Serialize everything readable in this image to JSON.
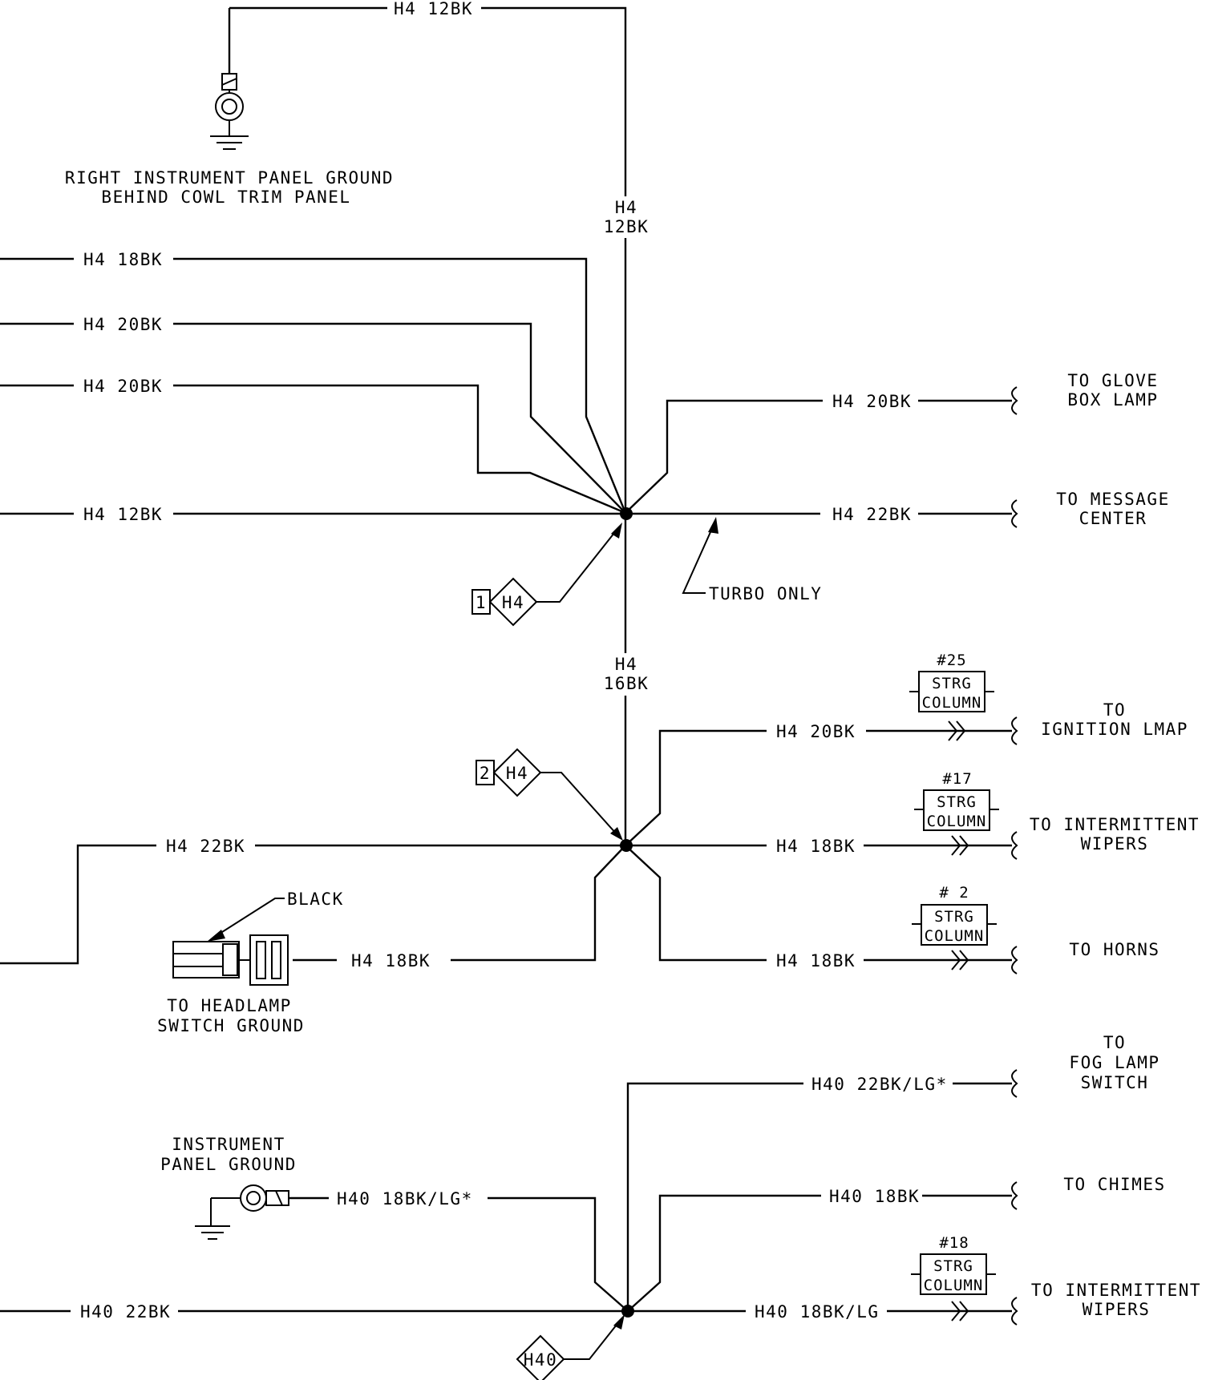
{
  "wires": {
    "top_h4_12bk": "H4 12BK",
    "vert_top_h4": "H4",
    "vert_top_12bk": "12BK",
    "left_18bk": "H4 18BK",
    "left_20bk_a": "H4 20BK",
    "left_20bk_b": "H4 20BK",
    "left_12bk": "H4 12BK",
    "right_glove_20bk": "H4 20BK",
    "right_msg_22bk": "H4 22BK",
    "vert_mid_h4": "H4",
    "vert_mid_16bk": "16BK",
    "right_ign_20bk": "H4 20BK",
    "left_22bk": "H4 22BK",
    "right_wipers_18bk": "H4 18BK",
    "headlamp_18bk": "H4 18BK",
    "right_horns_18bk": "H4 18BK",
    "fog_h40": "H40 22BK/LG*",
    "ipgnd_h40": "H40 18BK/LG*",
    "chimes_h40": "H40 18BK",
    "left_h40_22bk": "H40 22BK",
    "right_h40_wipers": "H40 18BK/LG"
  },
  "grounds": {
    "right_ip_line1": "RIGHT INSTRUMENT PANEL GROUND",
    "right_ip_line2": "BEHIND COWL TRIM PANEL",
    "ip_line1": "INSTRUMENT",
    "ip_line2": "PANEL GROUND"
  },
  "destinations": {
    "glove_1": "TO GLOVE",
    "glove_2": "BOX LAMP",
    "message_1": "TO MESSAGE",
    "message_2": "CENTER",
    "ignition_1": "TO",
    "ignition_2": "IGNITION LMAP",
    "wipers_1": "TO INTERMITTENT",
    "wipers_2": "WIPERS",
    "horns": "TO HORNS",
    "fog_1": "TO",
    "fog_2": "FOG LAMP",
    "fog_3": "SWITCH",
    "chimes": "TO CHIMES",
    "wipers2_1": "TO INTERMITTENT",
    "wipers2_2": "WIPERS"
  },
  "connectors": {
    "c25_num": "#25",
    "c17_num": "#17",
    "c2_num": "# 2",
    "c18_num": "#18",
    "strg": "STRG",
    "column": "COLUMN"
  },
  "splices": {
    "s1_num": "1",
    "s1_id": "H4",
    "s2_num": "2",
    "s2_id": "H4",
    "s3_id": "H40"
  },
  "notes": {
    "turbo_only": "TURBO ONLY",
    "black": "BLACK",
    "headlamp_1": "TO HEADLAMP",
    "headlamp_2": "SWITCH GROUND"
  }
}
